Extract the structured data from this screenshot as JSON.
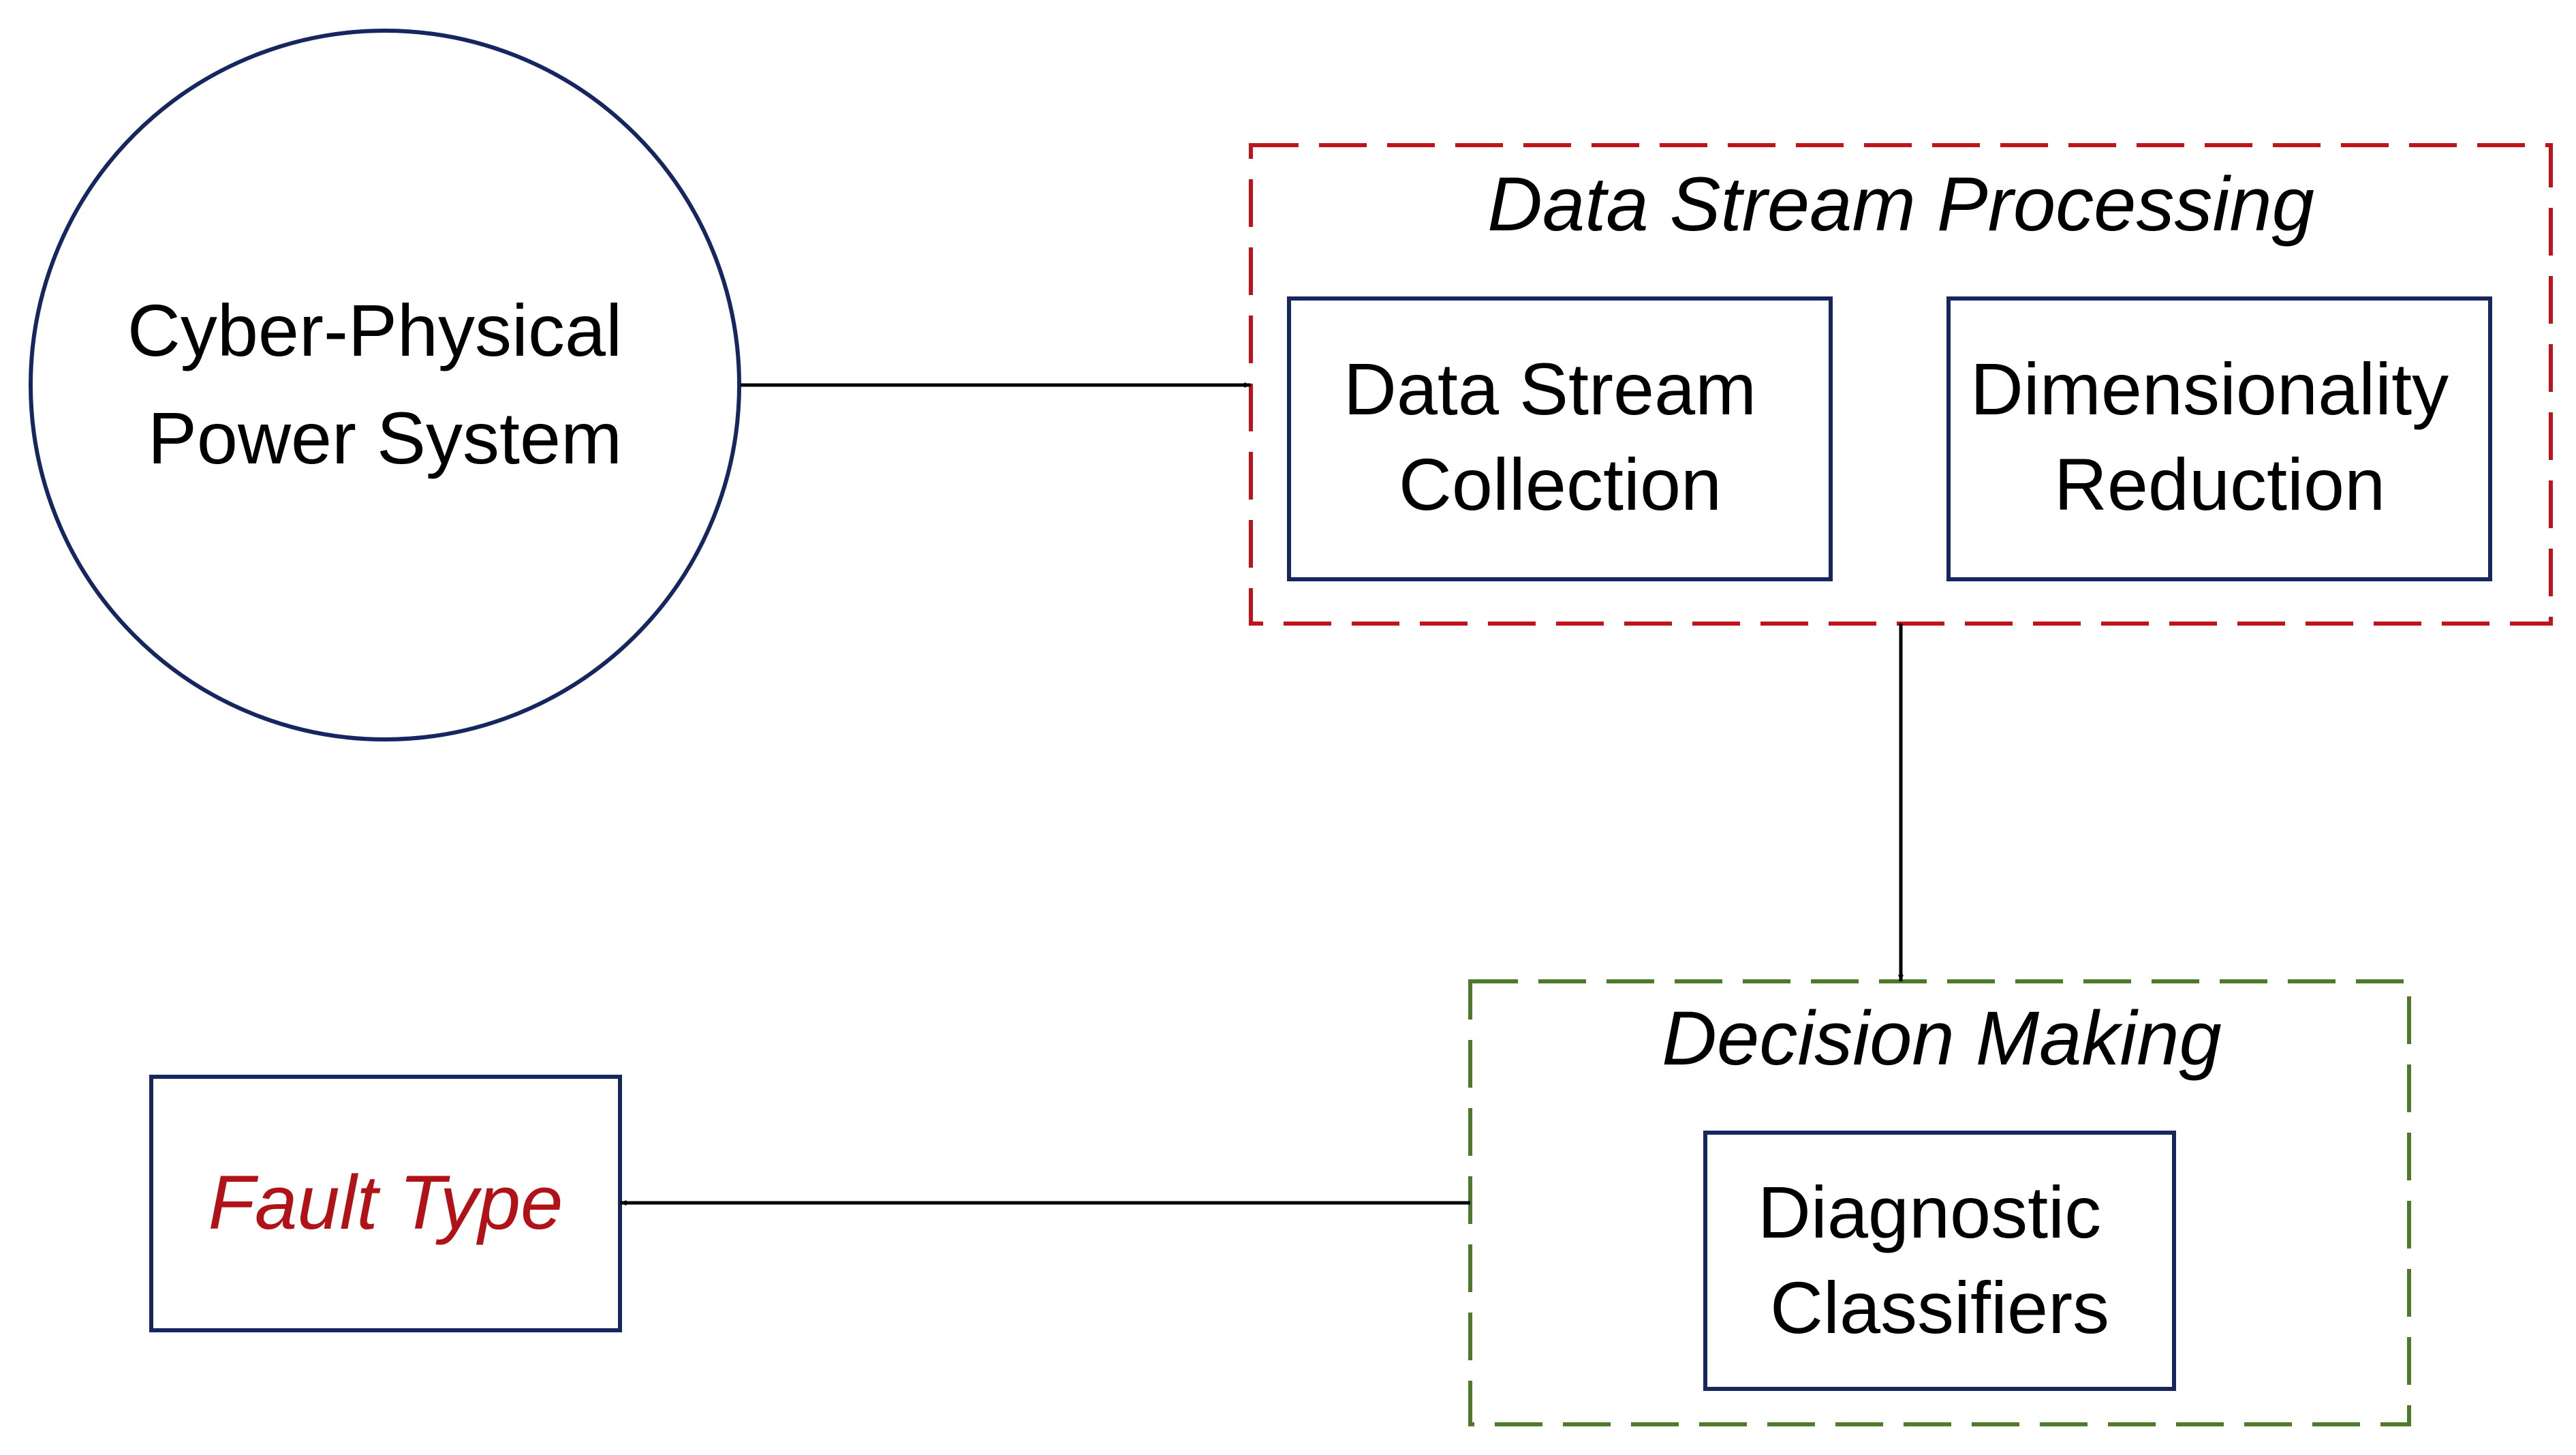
{
  "colors": {
    "node_border": "#15275e",
    "processing_border": "#c0141c",
    "decision_border": "#4e7a2c",
    "arrow": "#000000",
    "text": "#000000",
    "fault_text": "#b01218"
  },
  "nodes": {
    "cps": {
      "line1": "Cyber-Physical",
      "line2": "Power System"
    },
    "collection": {
      "line1": "Data Stream",
      "line2": "Collection"
    },
    "reduction": {
      "line1": "Dimensionality",
      "line2": "Reduction"
    },
    "classifiers": {
      "line1": "Diagnostic",
      "line2": "Classifiers"
    },
    "fault": {
      "label": "Fault Type"
    }
  },
  "groups": {
    "processing": {
      "title": "Data Stream Processing"
    },
    "decision": {
      "title": "Decision Making"
    }
  },
  "edges": [
    {
      "from": "cps",
      "to": "processing"
    },
    {
      "from": "processing",
      "to": "decision"
    },
    {
      "from": "decision",
      "to": "fault"
    }
  ]
}
